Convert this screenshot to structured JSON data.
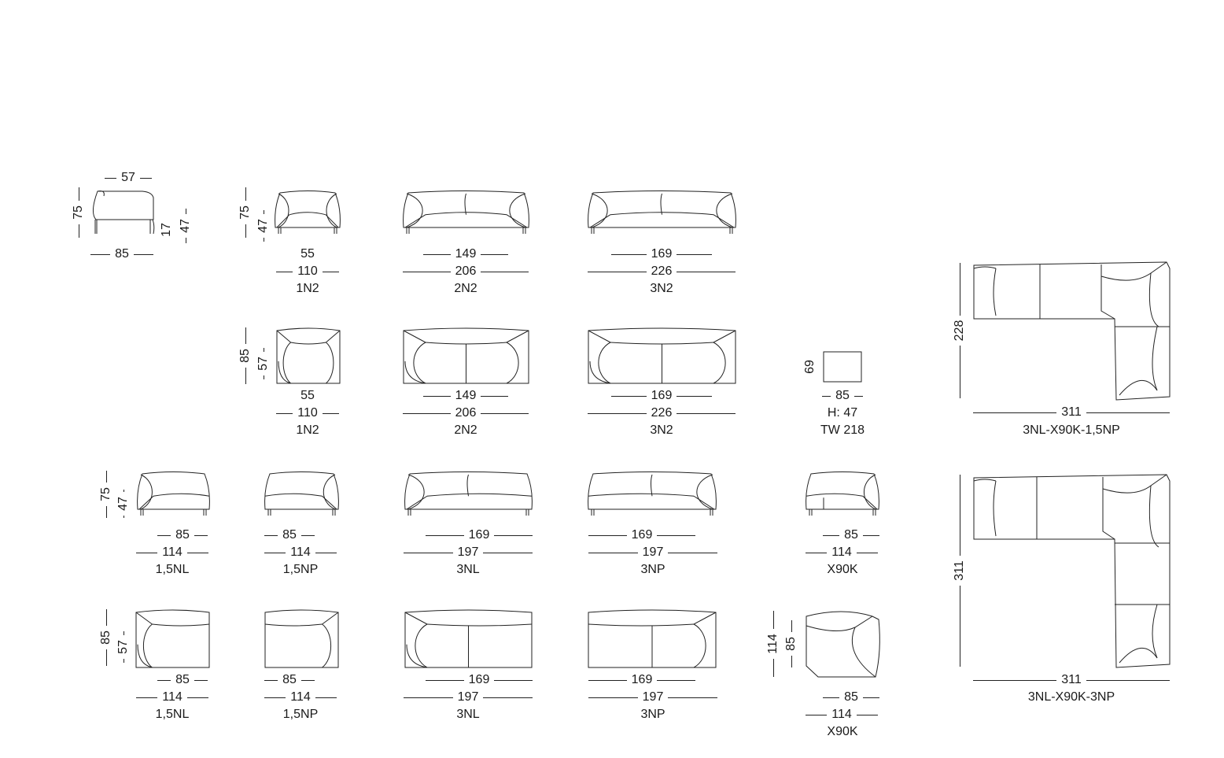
{
  "modules": [
    {
      "code": "",
      "view": "side",
      "dimensions": [
        "57",
        "75",
        "85",
        "17",
        "47"
      ]
    },
    {
      "code": "1N2",
      "view": "front",
      "dimensions": [
        "75",
        "47",
        "55",
        "110"
      ]
    },
    {
      "code": "2N2",
      "view": "front",
      "dimensions": [
        "149",
        "206"
      ]
    },
    {
      "code": "3N2",
      "view": "front",
      "dimensions": [
        "169",
        "226"
      ]
    },
    {
      "code": "1N2",
      "view": "top",
      "dimensions": [
        "85",
        "57",
        "55",
        "110"
      ]
    },
    {
      "code": "2N2",
      "view": "top",
      "dimensions": [
        "149",
        "206"
      ]
    },
    {
      "code": "3N2",
      "view": "top",
      "dimensions": [
        "169",
        "226"
      ]
    },
    {
      "code": "TW 218",
      "view": "table",
      "dimensions": [
        "69",
        "85",
        "H: 47"
      ]
    },
    {
      "code": "3NL-X90K-1,5NP",
      "view": "corner",
      "dimensions": [
        "228",
        "311"
      ]
    },
    {
      "code": "1,5NL",
      "view": "front",
      "dimensions": [
        "75",
        "47",
        "85",
        "114"
      ]
    },
    {
      "code": "1,5NP",
      "view": "front",
      "dimensions": [
        "85",
        "114"
      ]
    },
    {
      "code": "3NL",
      "view": "front",
      "dimensions": [
        "169",
        "197"
      ]
    },
    {
      "code": "3NP",
      "view": "front",
      "dimensions": [
        "169",
        "197"
      ]
    },
    {
      "code": "X90K",
      "view": "front",
      "dimensions": [
        "85",
        "114"
      ]
    },
    {
      "code": "1,5NL",
      "view": "top",
      "dimensions": [
        "85",
        "57",
        "85",
        "114"
      ]
    },
    {
      "code": "1,5NP",
      "view": "top",
      "dimensions": [
        "85",
        "114"
      ]
    },
    {
      "code": "3NL",
      "view": "top",
      "dimensions": [
        "169",
        "197"
      ]
    },
    {
      "code": "3NP",
      "view": "top",
      "dimensions": [
        "169",
        "197"
      ]
    },
    {
      "code": "X90K",
      "view": "top",
      "dimensions": [
        "114",
        "85",
        "85",
        "114"
      ]
    },
    {
      "code": "3NL-X90K-3NP",
      "view": "corner",
      "dimensions": [
        "311",
        "311"
      ]
    }
  ]
}
